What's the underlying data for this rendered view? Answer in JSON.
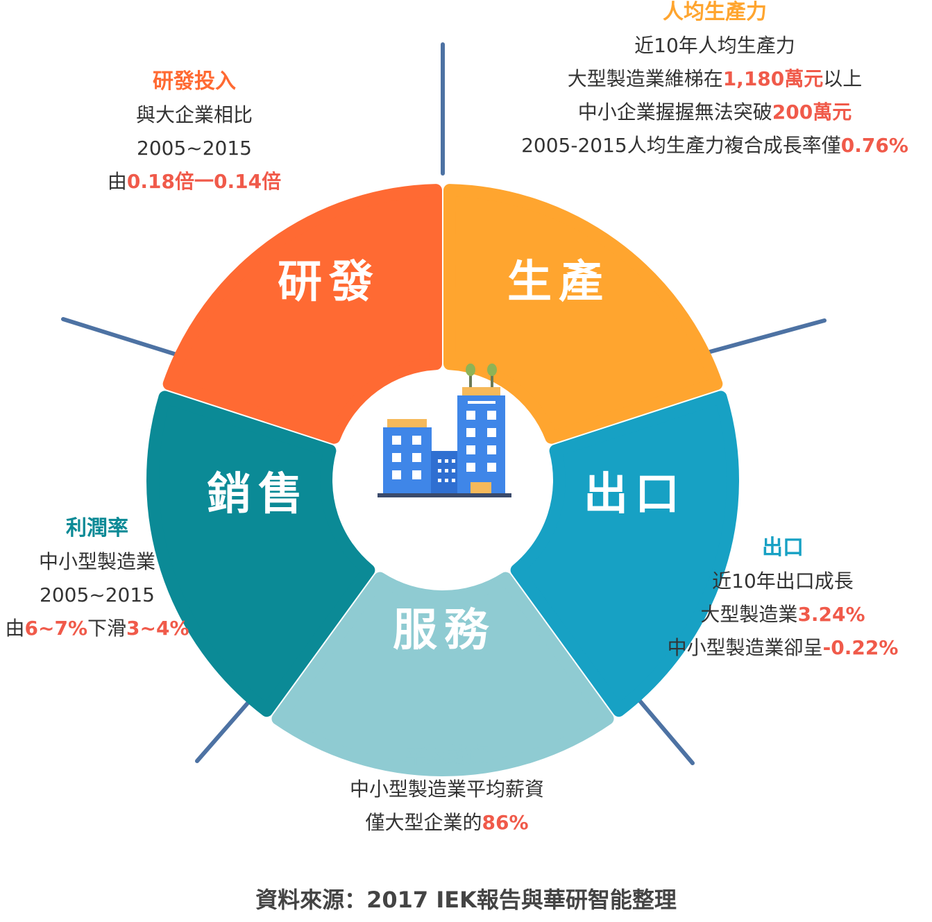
{
  "colors": {
    "rd": "#ff6a33",
    "production": "#ffa52f",
    "export": "#17a1c4",
    "service": "#8fcbd2",
    "sales": "#0b8a96",
    "divider": "#4d72a3",
    "highlight": "#f05a4a"
  },
  "segments": {
    "rd": "研發",
    "production": "生產",
    "export": "出口",
    "service": "服務",
    "sales": "銷售"
  },
  "center_icon": "factory-building-icon",
  "panels": {
    "rd": {
      "title": "研發投入",
      "line1": "與大企業相比",
      "line2": "2005~2015",
      "line3_prefix": "由",
      "line3_value": "0.18倍一0.14倍"
    },
    "production": {
      "title": "人均生產力",
      "line1": "近10年人均生產力",
      "line2_prefix": "大型製造業維梯在",
      "line2_value": "1,180萬元",
      "line2_suffix": "以上",
      "line3_prefix": "中小企業握握無法突破",
      "line3_value": "200萬元",
      "line4_prefix": "2005-2015人均生產力複合成長率僅",
      "line4_value": "0.76%"
    },
    "export": {
      "title": "出口",
      "line1": "近10年出口成長",
      "line2_prefix": "大型製造業",
      "line2_value": "3.24%",
      "line3_prefix": "中小型製造業卻呈",
      "line3_value": "-0.22%"
    },
    "service": {
      "title": "平均薪資",
      "line1": "中小型製造業平均薪資",
      "line2_prefix": "僅大型企業的",
      "line2_value": "86%"
    },
    "sales": {
      "title": "利潤率",
      "line1": "中小型製造業",
      "line2": "2005~2015",
      "line3_prefix": "由",
      "line3_value1": "6~7%",
      "line3_mid": "下滑",
      "line3_value2": "3~4%"
    }
  },
  "source": "資料來源：2017 IEK報告與華研智能整理"
}
